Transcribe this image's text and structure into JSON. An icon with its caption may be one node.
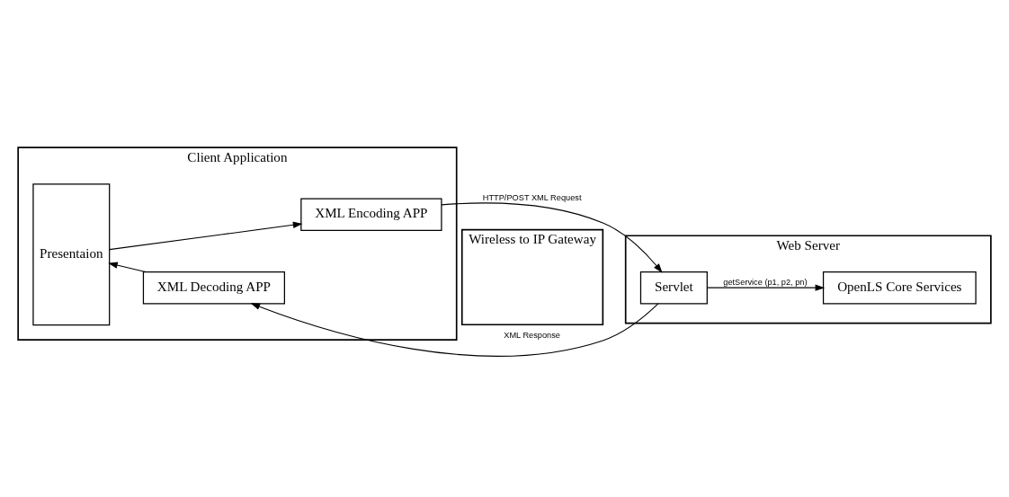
{
  "diagram": {
    "nodes": [
      {
        "text": [
          "Client Application"
        ]
      },
      {
        "text": [
          "Wireless to IP Gateway"
        ]
      },
      {
        "text": [
          "Web Server"
        ]
      },
      {
        "text": [
          "Presentaion"
        ],
        "in": 0
      },
      {
        "text": [
          "XML Encoding APP"
        ],
        "in": 0
      },
      {
        "text": [
          "XML Decoding APP"
        ],
        "in": 0
      },
      {
        "text": [
          "Servlet"
        ],
        "in": 2
      },
      {
        "text": [
          "OpenLS Core Services"
        ],
        "in": 2
      }
    ],
    "edges": [
      {
        "from": 3,
        "to": 4,
        "arrow": "to"
      },
      {
        "from": 4,
        "to": 6,
        "arrow": "to",
        "label": "HTTP/POST XML Request"
      },
      {
        "from": 6,
        "to": 5,
        "arrow": "to",
        "label": "XML Response"
      },
      {
        "from": 6,
        "to": 7,
        "arrow": "to",
        "label": "getService (p1, p2, pn)"
      },
      {
        "from": 5,
        "to": 3,
        "arrow": "to"
      }
    ]
  }
}
